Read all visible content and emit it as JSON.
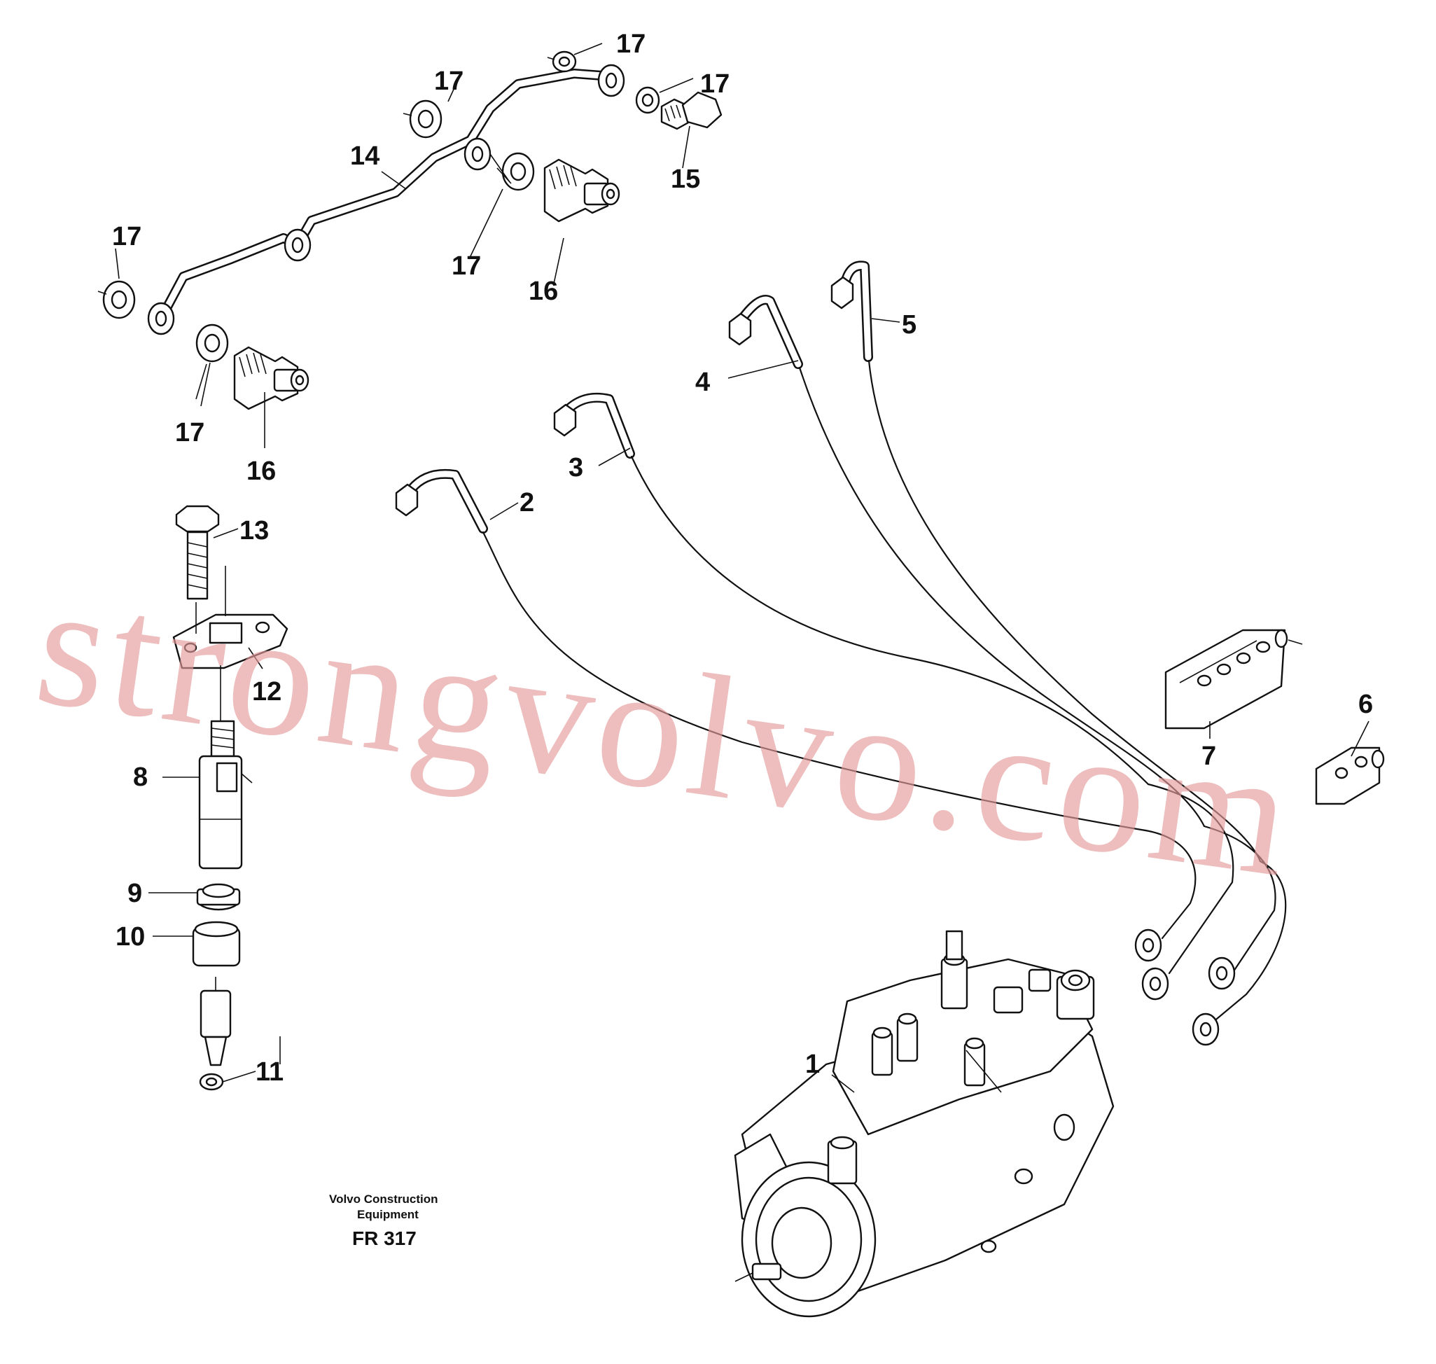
{
  "watermark": "strongvolvo.com",
  "caption": {
    "line1": "Volvo Construction",
    "line2": "Equipment",
    "code": "FR 317"
  },
  "callouts": [
    {
      "id": "c1",
      "label": "1"
    },
    {
      "id": "c2",
      "label": "2"
    },
    {
      "id": "c3",
      "label": "3"
    },
    {
      "id": "c4",
      "label": "4"
    },
    {
      "id": "c5",
      "label": "5"
    },
    {
      "id": "c6",
      "label": "6"
    },
    {
      "id": "c7",
      "label": "7"
    },
    {
      "id": "c8",
      "label": "8"
    },
    {
      "id": "c9",
      "label": "9"
    },
    {
      "id": "c10",
      "label": "10"
    },
    {
      "id": "c11",
      "label": "11"
    },
    {
      "id": "c12",
      "label": "12"
    },
    {
      "id": "c13",
      "label": "13"
    },
    {
      "id": "c14",
      "label": "14"
    },
    {
      "id": "c15",
      "label": "15"
    },
    {
      "id": "c16a",
      "label": "16"
    },
    {
      "id": "c16b",
      "label": "16"
    },
    {
      "id": "c17a",
      "label": "17"
    },
    {
      "id": "c17b",
      "label": "17"
    },
    {
      "id": "c17c",
      "label": "17"
    },
    {
      "id": "c17d",
      "label": "17"
    },
    {
      "id": "c17e",
      "label": "17"
    },
    {
      "id": "c17f",
      "label": "17"
    }
  ]
}
